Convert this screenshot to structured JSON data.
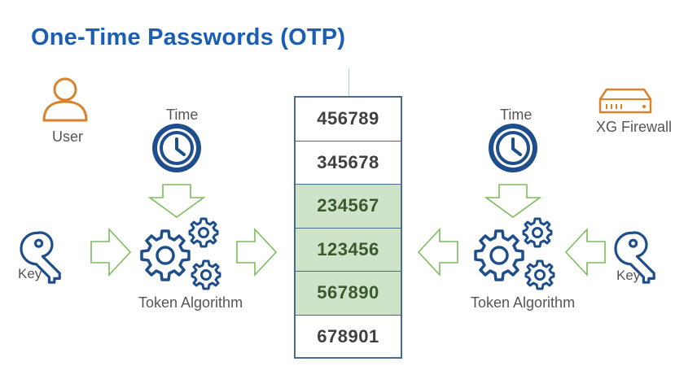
{
  "title": "One-Time Passwords (OTP)",
  "left": {
    "user_label": "User",
    "time_label": "Time",
    "key_label": "Key",
    "algorithm_label": "Token Algorithm"
  },
  "right": {
    "firewall_label": "XG Firewall",
    "time_label": "Time",
    "key_label": "Key",
    "algorithm_label": "Token Algorithm"
  },
  "otp_codes": [
    {
      "code": "456789",
      "highlighted": false
    },
    {
      "code": "345678",
      "highlighted": false
    },
    {
      "code": "234567",
      "highlighted": true
    },
    {
      "code": "123456",
      "highlighted": true
    },
    {
      "code": "567890",
      "highlighted": true
    },
    {
      "code": "678901",
      "highlighted": false
    }
  ],
  "colors": {
    "title": "#1a5fb4",
    "icon_blue": "#1f4e8c",
    "icon_orange": "#d9822b",
    "arrow_green": "#7dbb5c",
    "highlight": "#cfe3c8"
  },
  "icons": {
    "user": "user-icon",
    "firewall": "firewall-icon",
    "clock": "clock-icon",
    "key": "key-icon",
    "gears": "gears-icon"
  }
}
